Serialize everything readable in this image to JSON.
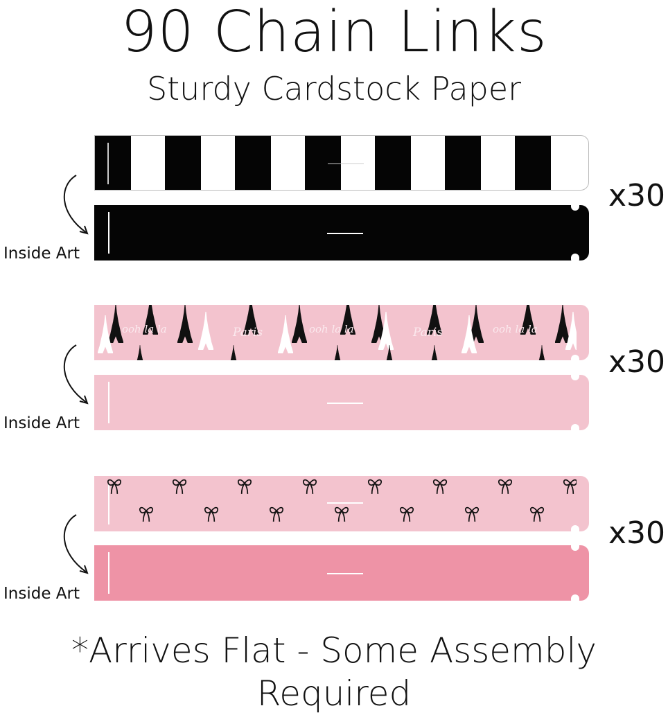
{
  "title": "90 Chain Links",
  "subtitle": "Sturdy Cardstock Paper",
  "footer": "*Arrives Flat - Some Assembly Required",
  "sets": [
    {
      "quantity": "x30",
      "inside_label": "Inside Art",
      "front": "black-white-stripes",
      "inside_color": "#050505"
    },
    {
      "quantity": "x30",
      "inside_label": "Inside Art",
      "front": "eiffel-tower-pattern",
      "inside_color": "#f3c3ce",
      "pattern_text": [
        "ooh la la",
        "Paris"
      ]
    },
    {
      "quantity": "x30",
      "inside_label": "Inside Art",
      "front": "bow-pattern",
      "inside_color": "#ee93a6"
    }
  ],
  "colors": {
    "black": "#050505",
    "light_pink": "#f3c3ce",
    "pink": "#ee93a6",
    "white": "#ffffff"
  }
}
